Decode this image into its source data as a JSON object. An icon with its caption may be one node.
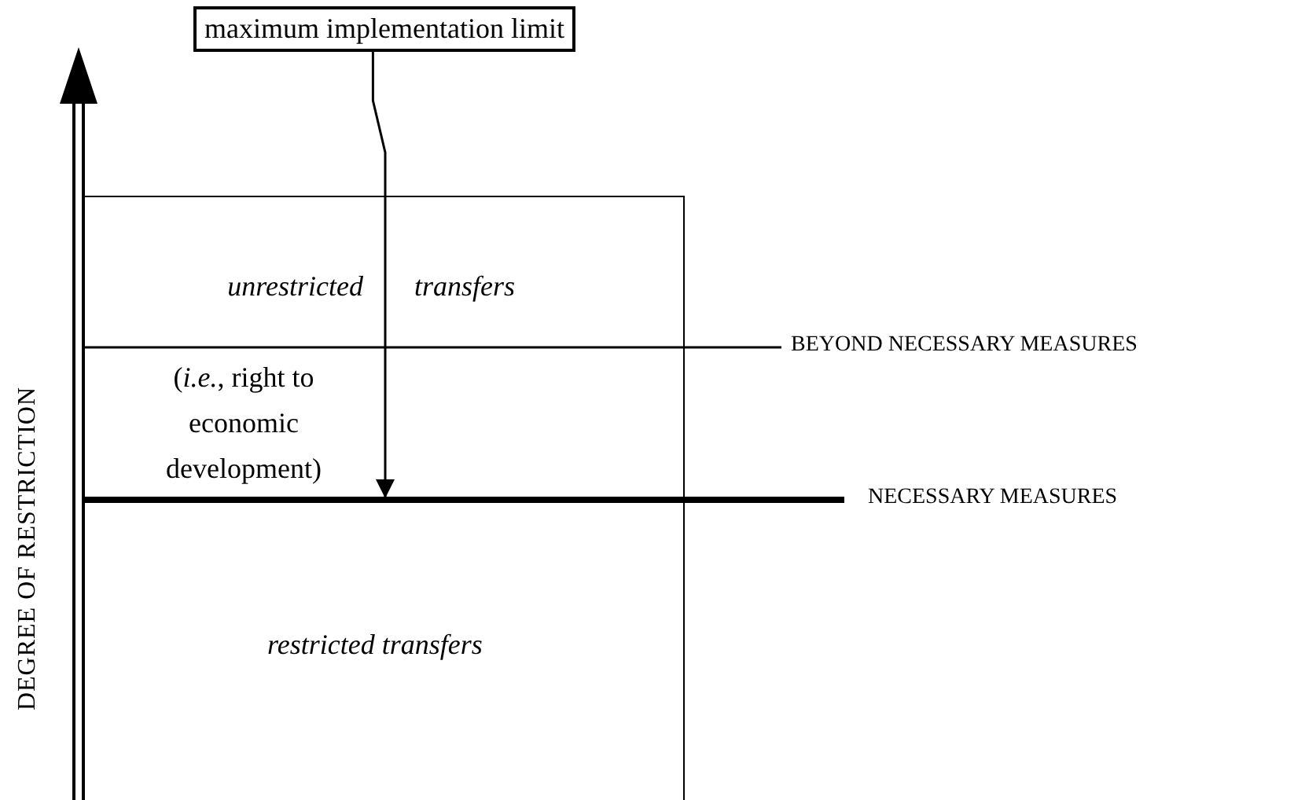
{
  "diagram": {
    "nodes": [
      {
        "text": [
          "maximum implementation limit"
        ]
      },
      {
        "text": [],
        "shape": "bar"
      }
    ],
    "edges": [
      {
        "from": 0,
        "to": 1,
        "arrow": "to"
      }
    ],
    "labels": [
      "DEGREE OF RESTRICTION",
      "unrestricted transfers",
      "BEYOND NECESSARY MEASURES",
      "(*i.e.*, right to economic development)",
      "NECESSARY MEASURES",
      "restricted transfers"
    ]
  }
}
